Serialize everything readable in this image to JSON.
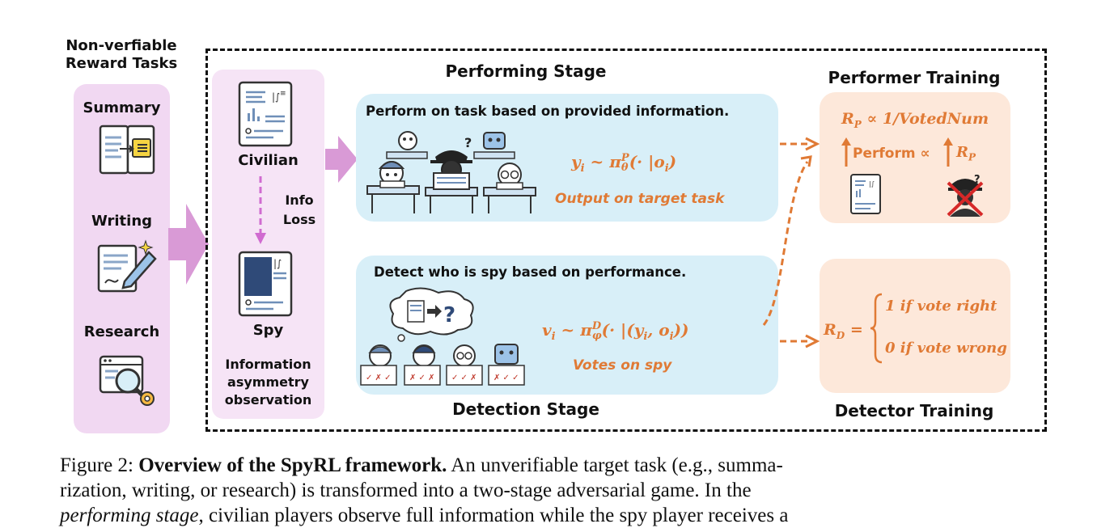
{
  "left_title_line1": "Non-verfiable",
  "left_title_line2": "Reward Tasks",
  "tasks": [
    "Summary",
    "Writing",
    "Research"
  ],
  "observation": {
    "civilian_label": "Civilian",
    "info_loss_line1": "Info",
    "info_loss_line2": "Loss",
    "spy_label": "Spy",
    "footer_line1": "Information",
    "footer_line2": "asymmetry",
    "footer_line3": "observation"
  },
  "performing": {
    "title": "Performing Stage",
    "instruction": "Perform on task based on provided information.",
    "formula_lhs": "y",
    "formula_sub": "i",
    "formula_mid": " ~ π",
    "formula_sup": "P",
    "formula_sub2": "θ",
    "formula_tail": "(· |o",
    "formula_tail_sub": "i",
    "formula_end": ")",
    "output_label": "Output on target task"
  },
  "detection": {
    "title": "Detection Stage",
    "instruction": "Detect who is spy based on performance.",
    "formula_lhs": "v",
    "formula_sub": "i",
    "formula_mid": " ~ π",
    "formula_sup": "D",
    "formula_sub2": "φ",
    "formula_tail": "(· |(y",
    "formula_tail_sub": "i",
    "formula_tail2": ", o",
    "formula_tail_sub2": "i",
    "formula_end": "))",
    "output_label": "Votes on spy"
  },
  "performer_training": {
    "title": "Performer Training",
    "reward_lhs": "R",
    "reward_sub": "P",
    "reward_rhs": " ∝ 1/VotedNum",
    "perform_text": "Perform ∝",
    "perform_r": "R",
    "perform_r_sub": "P"
  },
  "detector_training": {
    "title": "Detector Training",
    "reward_lhs": "R",
    "reward_sub": "D",
    "reward_eq": " =",
    "case1": "1 if vote right",
    "case2": "0 if vote wrong"
  },
  "caption": {
    "line1_prefix": "Figure 2: ",
    "line1_bold": "Overview of the SpyRL framework.",
    "line1_rest": " An unverifiable target task (e.g., summa-",
    "line2": "rization, writing, or research) is transformed into a two-stage adversarial game.  In the",
    "line3_italic": "performing stage",
    "line3_rest": ", civilian players observe full information while the spy player receives a"
  },
  "colors": {
    "orange": "#e07a35",
    "pink_panel": "#f1d8f2",
    "blue_stage": "#d8eff8",
    "peach_training": "#fde8da",
    "arrow_pink": "#d99ad6"
  }
}
